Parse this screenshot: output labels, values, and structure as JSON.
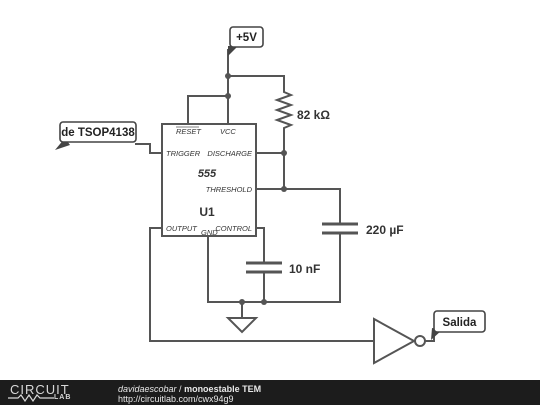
{
  "flags": {
    "supply": "+5V",
    "trigger_source": "de TSOP4138",
    "output": "Salida"
  },
  "chip": {
    "name": "555",
    "reference": "U1",
    "pins": {
      "reset": "RESET",
      "vcc": "VCC",
      "trigger": "TRIGGER",
      "discharge": "DISCHARGE",
      "threshold": "THRESHOLD",
      "output": "OUTPUT",
      "gnd": "GND",
      "control": "CONTROL"
    }
  },
  "components": {
    "resistor_value": "82 kΩ",
    "timing_capacitor_value": "220 µF",
    "control_capacitor_value": "10 nF"
  },
  "footer": {
    "logo_word": "CIRCUIT",
    "logo_sub": "LAB",
    "author": "davidaescobar",
    "separator": " / ",
    "title": "monoestable TEM",
    "url": "http://circuitlab.com/cwx94g9"
  }
}
